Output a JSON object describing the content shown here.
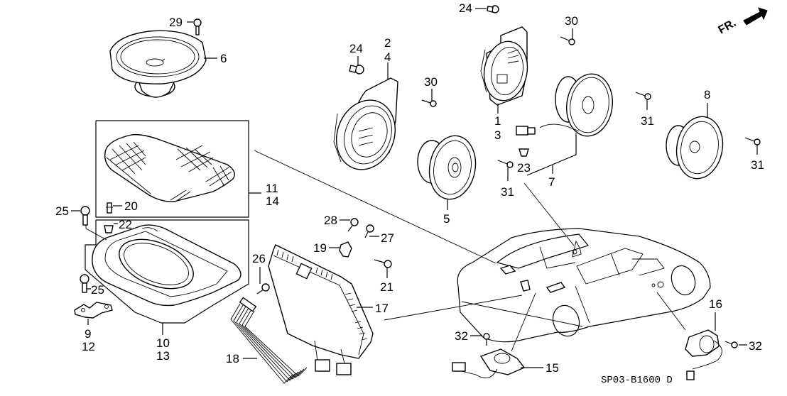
{
  "diagram": {
    "title_code": "SP03-B1600 D",
    "direction_indicator": "FR.",
    "callouts": {
      "c29": "29",
      "c6": "6",
      "c24a": "24",
      "c24b": "24",
      "c2": "2",
      "c4": "4",
      "c30a": "30",
      "c30b": "30",
      "c1": "1",
      "c3": "3",
      "c5": "5",
      "c7": "7",
      "c8": "8",
      "c23": "23",
      "c31a": "31",
      "c31b": "31",
      "c31c": "31",
      "c11": "11",
      "c14": "14",
      "c20": "20",
      "c22": "22",
      "c25a": "25",
      "c25b": "25",
      "c9": "9",
      "c12": "12",
      "c10": "10",
      "c13": "13",
      "c26": "26",
      "c27": "27",
      "c28": "28",
      "c19": "19",
      "c21": "21",
      "c17": "17",
      "c18": "18",
      "c15": "15",
      "c16": "16",
      "c32a": "32",
      "c32b": "32"
    },
    "parts": [
      {
        "id": "1",
        "name": "rear speaker (tweeter housing)"
      },
      {
        "id": "2",
        "name": "rear speaker bracket"
      },
      {
        "id": "5",
        "name": "speaker"
      },
      {
        "id": "6",
        "name": "oval speaker"
      },
      {
        "id": "7",
        "name": "door speaker"
      },
      {
        "id": "8",
        "name": "door speaker"
      },
      {
        "id": "9",
        "name": "bracket"
      },
      {
        "id": "10",
        "name": "speaker base"
      },
      {
        "id": "11",
        "name": "speaker grille"
      },
      {
        "id": "15",
        "name": "speaker assembly"
      },
      {
        "id": "16",
        "name": "speaker assembly"
      },
      {
        "id": "17",
        "name": "amplifier unit"
      },
      {
        "id": "18",
        "name": "wire harness"
      },
      {
        "id": "19",
        "name": "clip"
      }
    ]
  }
}
